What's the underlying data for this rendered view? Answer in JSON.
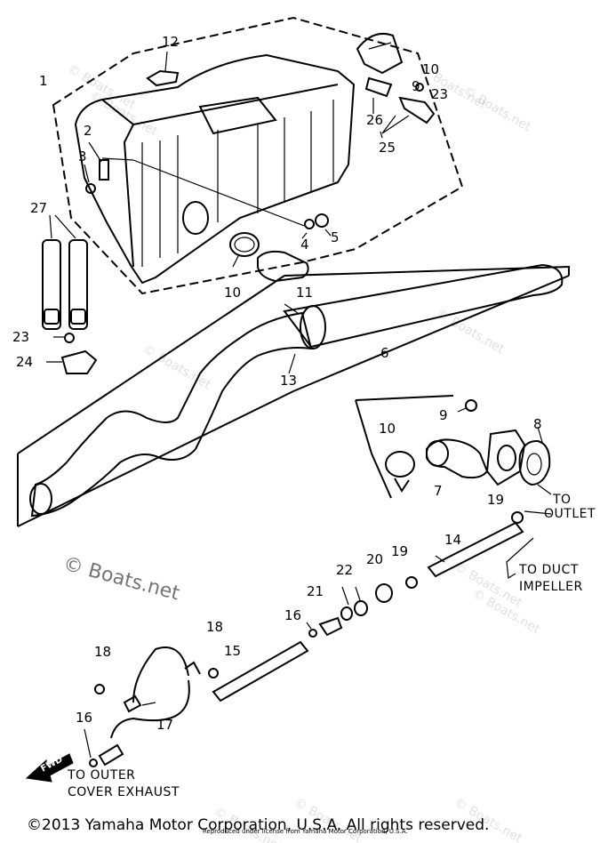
{
  "part_numbers": {
    "p1": "1",
    "p2": "2",
    "p3": "3",
    "p4": "4",
    "p5": "5",
    "p6": "6",
    "p7": "7",
    "p8": "8",
    "p9a": "9",
    "p9b": "9",
    "p10a": "10",
    "p10b": "10",
    "p10c": "10",
    "p11": "11",
    "p12": "12",
    "p13": "13",
    "p14": "14",
    "p15": "15",
    "p16a": "16",
    "p16b": "16",
    "p17": "17",
    "p18a": "18",
    "p18b": "18",
    "p19a": "19",
    "p19b": "19",
    "p20": "20",
    "p21": "21",
    "p22": "22",
    "p23a": "23",
    "p23b": "23",
    "p24": "24",
    "p25": "25",
    "p26": "26",
    "p27": "27"
  },
  "labels": {
    "to_outlet_line1": "TO",
    "to_outlet_line2": "OUTLET",
    "to_duct_line1": "TO DUCT",
    "to_duct_line2": "IMPELLER",
    "to_outer_line1": "TO OUTER",
    "to_outer_line2": "COVER EXHAUST",
    "fwd": "FWD"
  },
  "watermarks": {
    "main": "© Boats.net",
    "repeat": "© Boats.net"
  },
  "footer": {
    "copyright": "©2013 Yamaha Motor Corporation, U.S.A. All rights reserved.",
    "small_credit": "Reproduced under license from Yamaha Motor Corporation, U.S.A."
  }
}
